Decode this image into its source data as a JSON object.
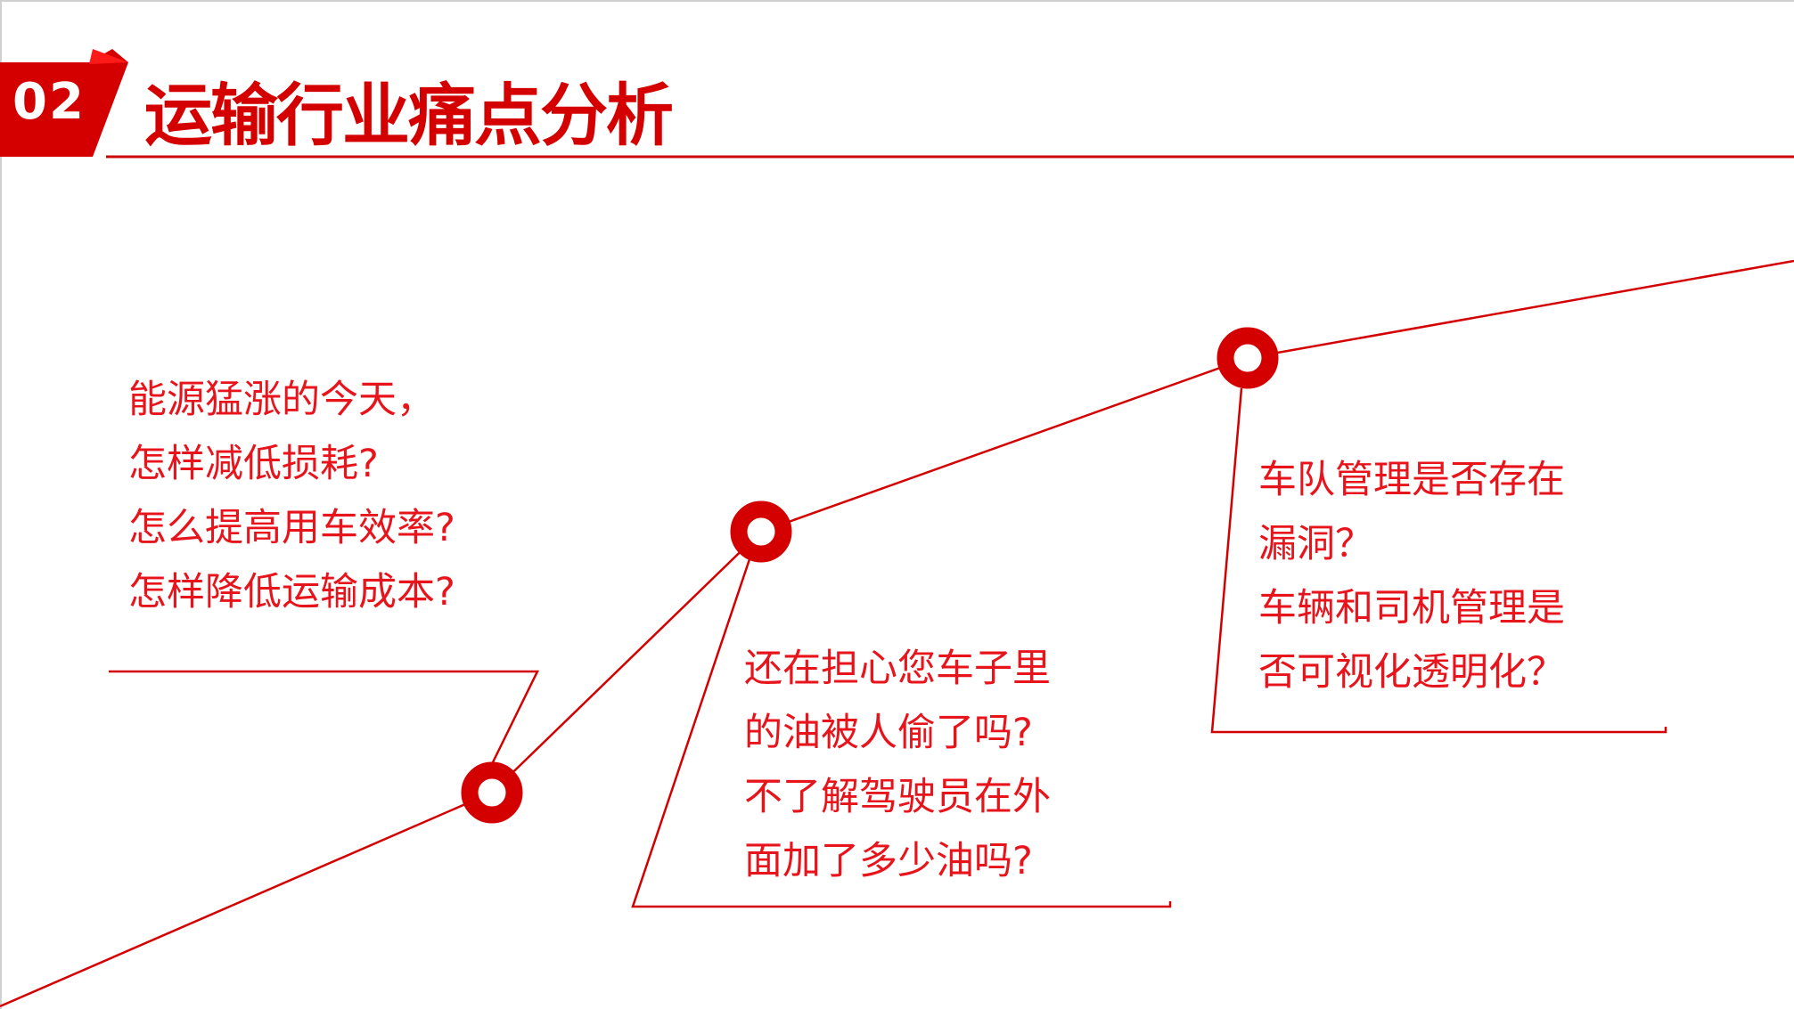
{
  "header": {
    "section_number": "02",
    "title": "运输行业痛点分析"
  },
  "points": [
    {
      "lines": [
        "能源猛涨的今天，",
        "怎样减低损耗?",
        "怎么提高用车效率?",
        "怎样降低运输成本?"
      ]
    },
    {
      "lines": [
        "还在担心您车子里",
        "的油被人偷了吗?",
        "不了解驾驶员在外",
        "面加了多少油吗?"
      ]
    },
    {
      "lines": [
        "车队管理是否存在",
        "漏洞？",
        "车辆和司机管理是",
        "否可视化透明化？"
      ]
    }
  ],
  "colors": {
    "accent": "#d40000",
    "text": "#e8141c"
  }
}
